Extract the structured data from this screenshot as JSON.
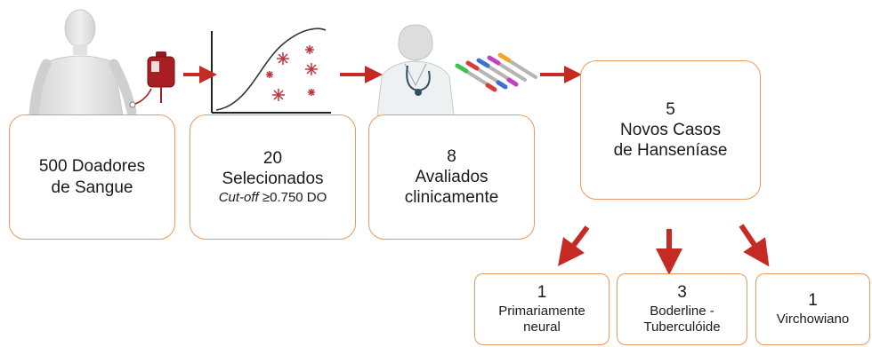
{
  "steps": [
    {
      "id": "donors",
      "lines": [
        "500 Doadores",
        "de Sangue"
      ]
    },
    {
      "id": "selected",
      "lines": [
        "20",
        "Selecionados"
      ],
      "cutoff_label": "Cut-off",
      "cutoff_value": "≥0.750 DO"
    },
    {
      "id": "evaluated",
      "lines": [
        "8",
        "Avaliados",
        "clinicamente"
      ]
    },
    {
      "id": "new_cases",
      "lines": [
        "5",
        "Novos Casos",
        "de Hanseníase"
      ]
    }
  ],
  "outcomes": [
    {
      "id": "neural",
      "count": "1",
      "lines": [
        "Primariamente",
        "neural"
      ]
    },
    {
      "id": "borderline",
      "count": "3",
      "lines": [
        "Boderline -",
        "Tuberculóide"
      ]
    },
    {
      "id": "virchowiano",
      "count": "1",
      "lines": [
        "Virchowiano"
      ]
    }
  ],
  "colors": {
    "box_border": "#eb9a5e",
    "arrow": "#c62a24",
    "blood": "#a81e22",
    "snowflake": "#c0363e"
  },
  "icons": [
    "person-icon",
    "blood-bag-icon",
    "cutoff-curve-icon",
    "doctor-icon",
    "test-tubes-icon"
  ]
}
